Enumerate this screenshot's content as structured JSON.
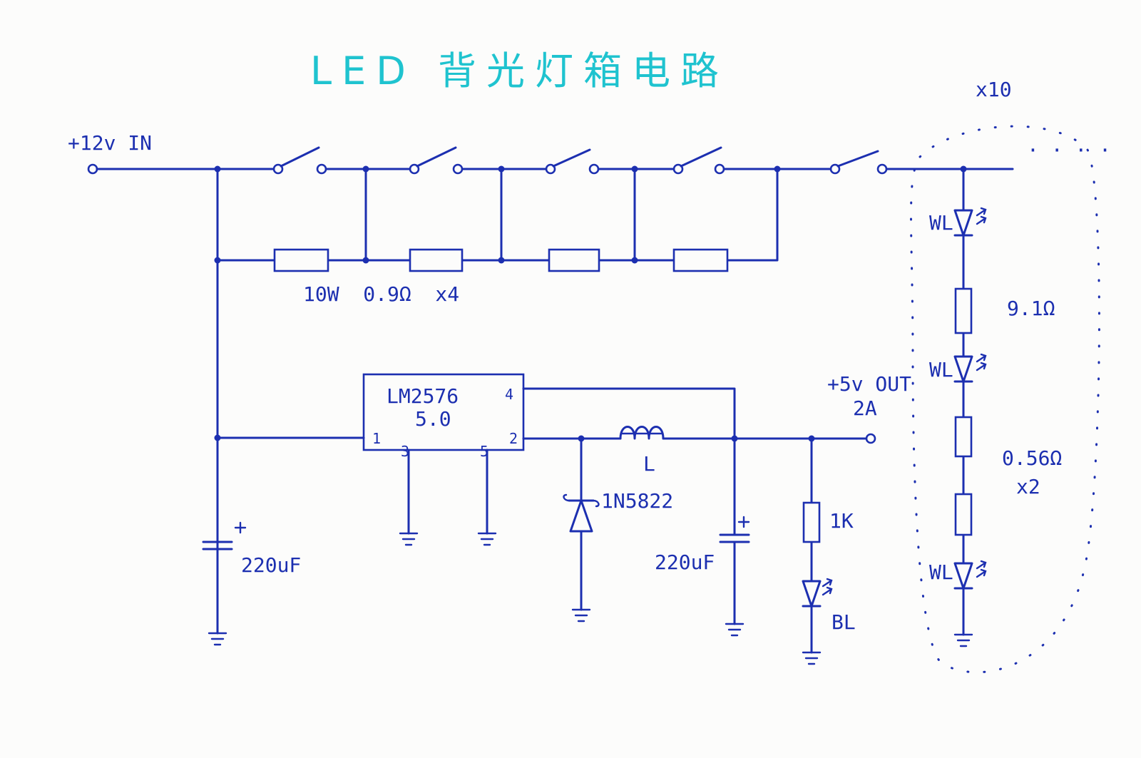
{
  "title": "LED 背光灯箱电路",
  "colors": {
    "ink": "#1c2fb0",
    "title": "#1fc3cf",
    "paper": "#fcfcfb"
  },
  "labels": {
    "input": "+12v IN",
    "resistors": "10W  0.9Ω  x4",
    "ic_name": "LM2576",
    "ic_voltage": "5.0",
    "pin1": "1",
    "pin2": "2",
    "pin3": "3",
    "pin4": "4",
    "pin5": "5",
    "inductor": "L",
    "diode": "1N5822",
    "cap_in": "220uF",
    "cap_out": "220uF",
    "output": "+5v OUT",
    "output_current": "2A",
    "r_1k": "1K",
    "led_bl": "BL",
    "led_wl1": "WL",
    "led_wl2": "WL",
    "led_wl3": "WL",
    "r_91": "9.1Ω",
    "r_056": "0.56Ω",
    "r_056_count": "x2",
    "repeat": "x10",
    "ellipsis": "· · · ·"
  }
}
